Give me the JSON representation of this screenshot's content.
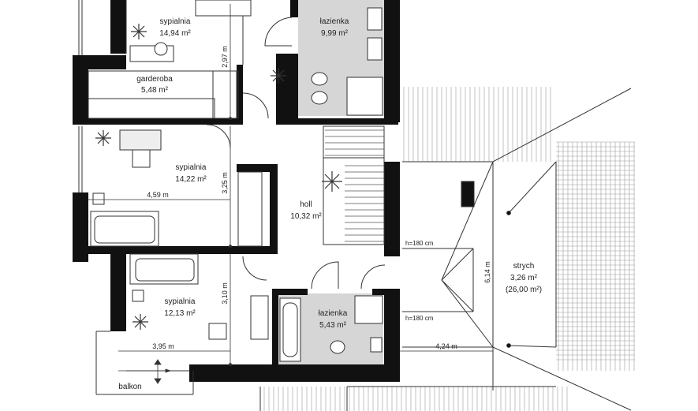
{
  "rooms": {
    "bedroom1": {
      "name": "sypialnia",
      "area": "14,94 m²"
    },
    "bathroom1": {
      "name": "łazienka",
      "area": "9,99 m²"
    },
    "wardrobe": {
      "name": "garderoba",
      "area": "5,48 m²"
    },
    "bedroom2": {
      "name": "sypialnia",
      "area": "14,22 m²"
    },
    "hall": {
      "name": "holl",
      "area": "10,32 m²"
    },
    "bedroom3": {
      "name": "sypialnia",
      "area": "12,13 m²"
    },
    "bathroom2": {
      "name": "łazienka",
      "area": "5,43 m²"
    },
    "attic": {
      "name": "strych",
      "area": "3,26 m²",
      "area_total": "(26,00 m²)"
    },
    "balcony": {
      "name": "balkon"
    }
  },
  "dimensions": {
    "d297": "2,97 m",
    "d459": "4,59 m",
    "d325": "3,25 m",
    "d310": "3,10 m",
    "d395": "3,95 m",
    "d424": "4,24 m",
    "d614": "6,14 m",
    "h180_top": "h=180 cm",
    "h180_bottom": "h=180 cm"
  },
  "colors": {
    "wall": "#111111",
    "bathroom_floor": "#d6d6d6",
    "line": "#333333"
  }
}
